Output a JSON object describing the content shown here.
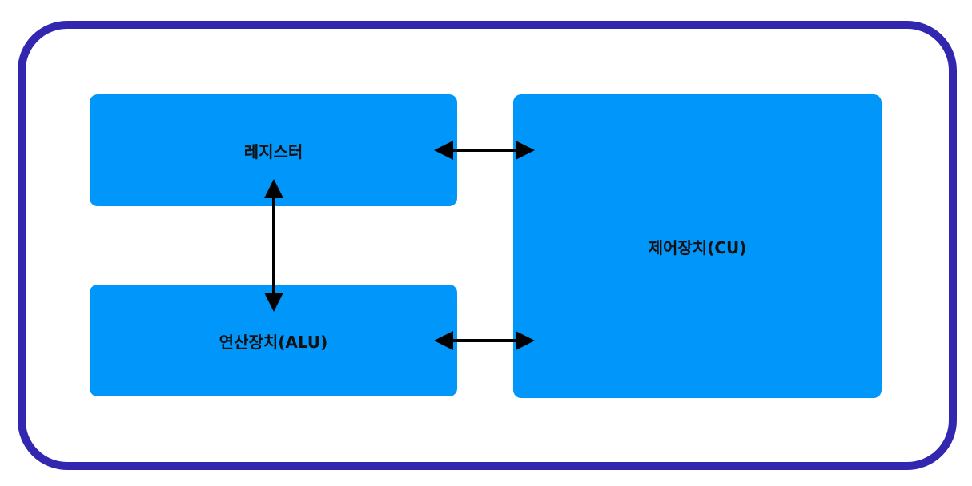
{
  "colors": {
    "frame_border": "#3327b0",
    "box_fill": "#0096fa",
    "arrow": "#000000",
    "text": "#111111"
  },
  "nodes": {
    "register": {
      "label": "레지스터"
    },
    "alu": {
      "label": "연산장치(ALU)"
    },
    "cu": {
      "label": "제어장치(CU)"
    }
  },
  "edges": [
    {
      "from": "register",
      "to": "cu",
      "direction": "bidirectional"
    },
    {
      "from": "register",
      "to": "alu",
      "direction": "bidirectional"
    },
    {
      "from": "alu",
      "to": "cu",
      "direction": "bidirectional"
    }
  ]
}
